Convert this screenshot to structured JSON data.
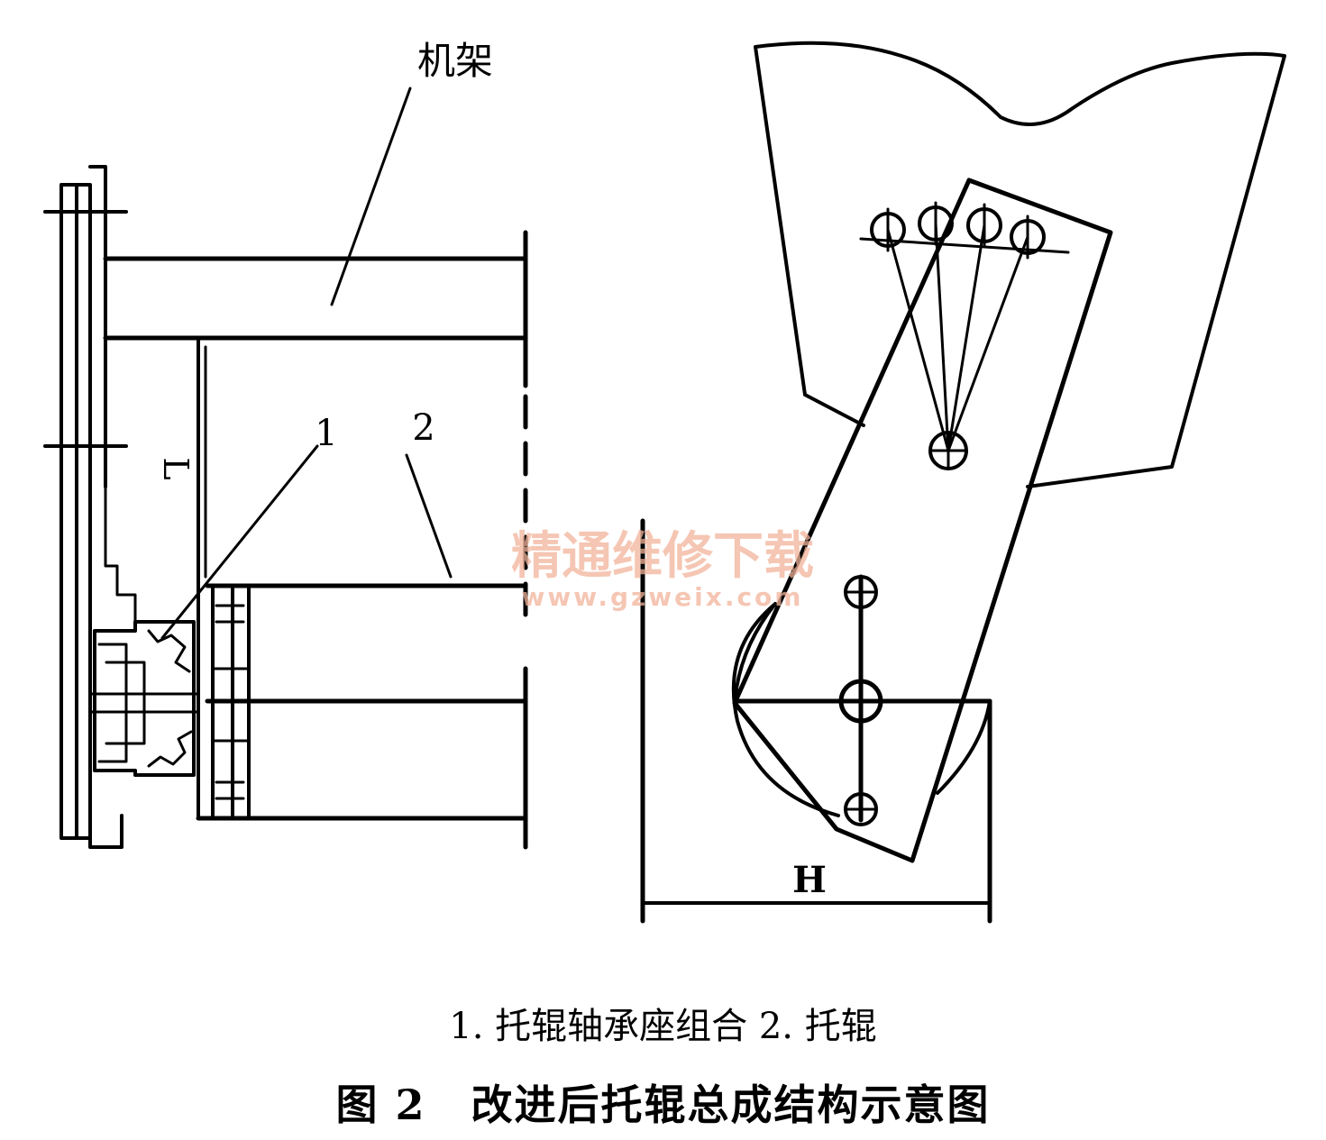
{
  "labels": {
    "frame": "机架",
    "part1": "1",
    "part2": "2",
    "dim_L": "L",
    "dim_H": "H"
  },
  "watermark": {
    "line1": "精通维修下载",
    "line2": "www.gzweix.com",
    "color": "#f2b49a"
  },
  "caption": "1. 托辊轴承座组合 2. 托辊",
  "title": {
    "figure_no": "图 2",
    "text": "改进后托辊总成结构示意图"
  }
}
